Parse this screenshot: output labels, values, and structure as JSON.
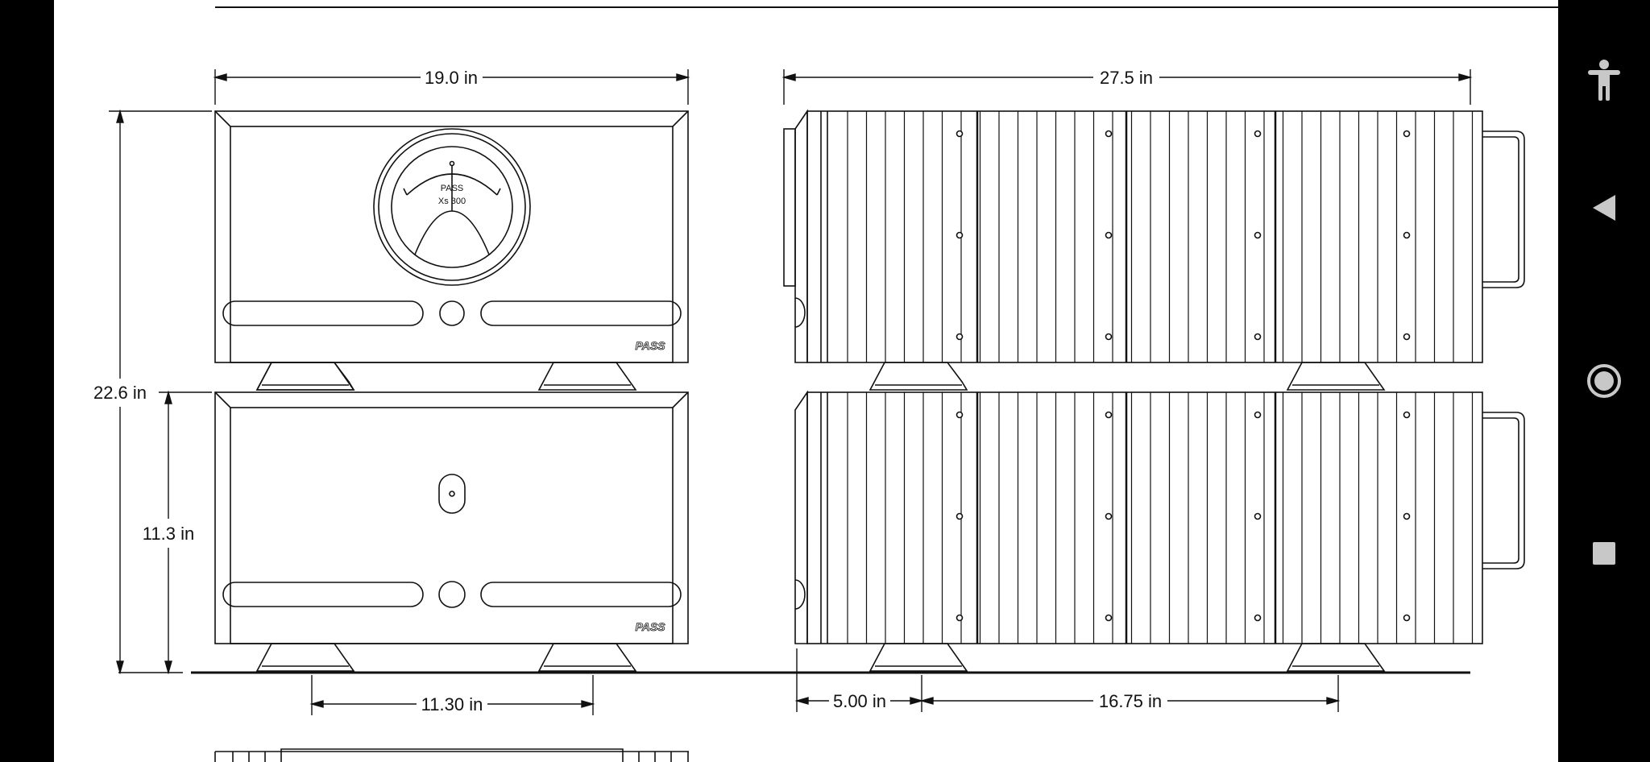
{
  "document": {
    "dimensions": {
      "front_width": "19.0  in",
      "side_depth": "27.5  in",
      "total_height": "22.6  in",
      "unit_height": "11.3  in",
      "feet_spacing_front": "11.30  in",
      "front_foot_offset": "5.00  in",
      "feet_spacing_side": "16.75  in"
    },
    "meter_labels": {
      "brand": "PASS",
      "model": "Xs  300"
    },
    "logo_text": "PASS"
  },
  "navigation_bar": {
    "buttons": [
      {
        "name": "accessibility",
        "icon": "accessibility-icon"
      },
      {
        "name": "back",
        "icon": "back-triangle-icon"
      },
      {
        "name": "home",
        "icon": "home-circle-icon"
      },
      {
        "name": "recents",
        "icon": "recents-square-icon"
      }
    ],
    "icon_color": "#c8c8c8",
    "background": "#000000"
  }
}
